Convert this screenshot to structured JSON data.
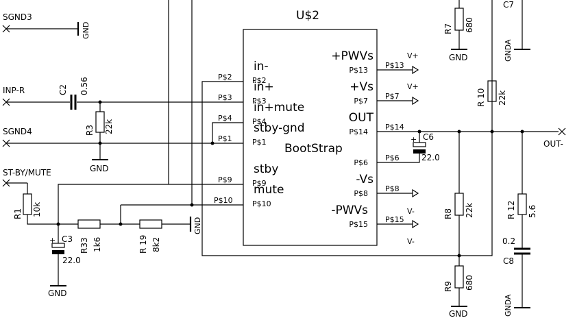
{
  "chip": {
    "name": "U$2",
    "left_pins": [
      {
        "func": "in-",
        "pin": "P$2"
      },
      {
        "func": "in+",
        "pin": "P$3"
      },
      {
        "func": "in+mute",
        "pin": "P$4"
      },
      {
        "func": "stby-gnd",
        "pin": "P$1"
      },
      {
        "func": "stby",
        "pin": "P$9"
      },
      {
        "func": "mute",
        "pin": "P$10"
      }
    ],
    "right_pins": [
      {
        "func": "+PWVs",
        "pin": "P$13"
      },
      {
        "func": "+Vs",
        "pin": "P$7"
      },
      {
        "func": "OUT",
        "pin": "P$14"
      },
      {
        "func": "",
        "pin": "P$6"
      },
      {
        "func": "-Vs",
        "pin": "P$8"
      },
      {
        "func": "-PWVs",
        "pin": "P$15"
      }
    ],
    "center_label": "BootStrap"
  },
  "nets": {
    "sgnd3": "SGND3",
    "inp_r": "INP-R",
    "sgnd4": "SGND4",
    "st_by_mute": "ST-BY/MUTE",
    "out_minus": "OUT-",
    "gnd": "GND",
    "gnda": "GNDA",
    "v_plus": "V+",
    "v_minus": "V-"
  },
  "components": {
    "c2": {
      "name": "C2",
      "value": "0.56"
    },
    "r3": {
      "name": "R3",
      "value": "22k"
    },
    "r1": {
      "name": "R1",
      "value": "10k"
    },
    "c3": {
      "name": "C3",
      "value": "22.0"
    },
    "r33": {
      "name": "R33",
      "value": "1k6"
    },
    "r19": {
      "name": "R 19",
      "value": "8k2"
    },
    "r7": {
      "name": "R7",
      "value": "680"
    },
    "c7": {
      "name": "C7"
    },
    "r10": {
      "name": "R 10",
      "value": "22k"
    },
    "c6": {
      "name": "C6",
      "value": "22.0"
    },
    "r8": {
      "name": "R8",
      "value": "22k"
    },
    "r9": {
      "name": "R9",
      "value": "680"
    },
    "r12": {
      "name": "R 12",
      "value": "5.6"
    },
    "c8": {
      "name": "C8",
      "value": "0.2"
    }
  },
  "net_labels": {
    "p13": "P$13",
    "p7": "P$7",
    "p14": "P$14",
    "p6": "P$6",
    "p8": "P$8",
    "p15": "P$15"
  },
  "polarity": "+"
}
